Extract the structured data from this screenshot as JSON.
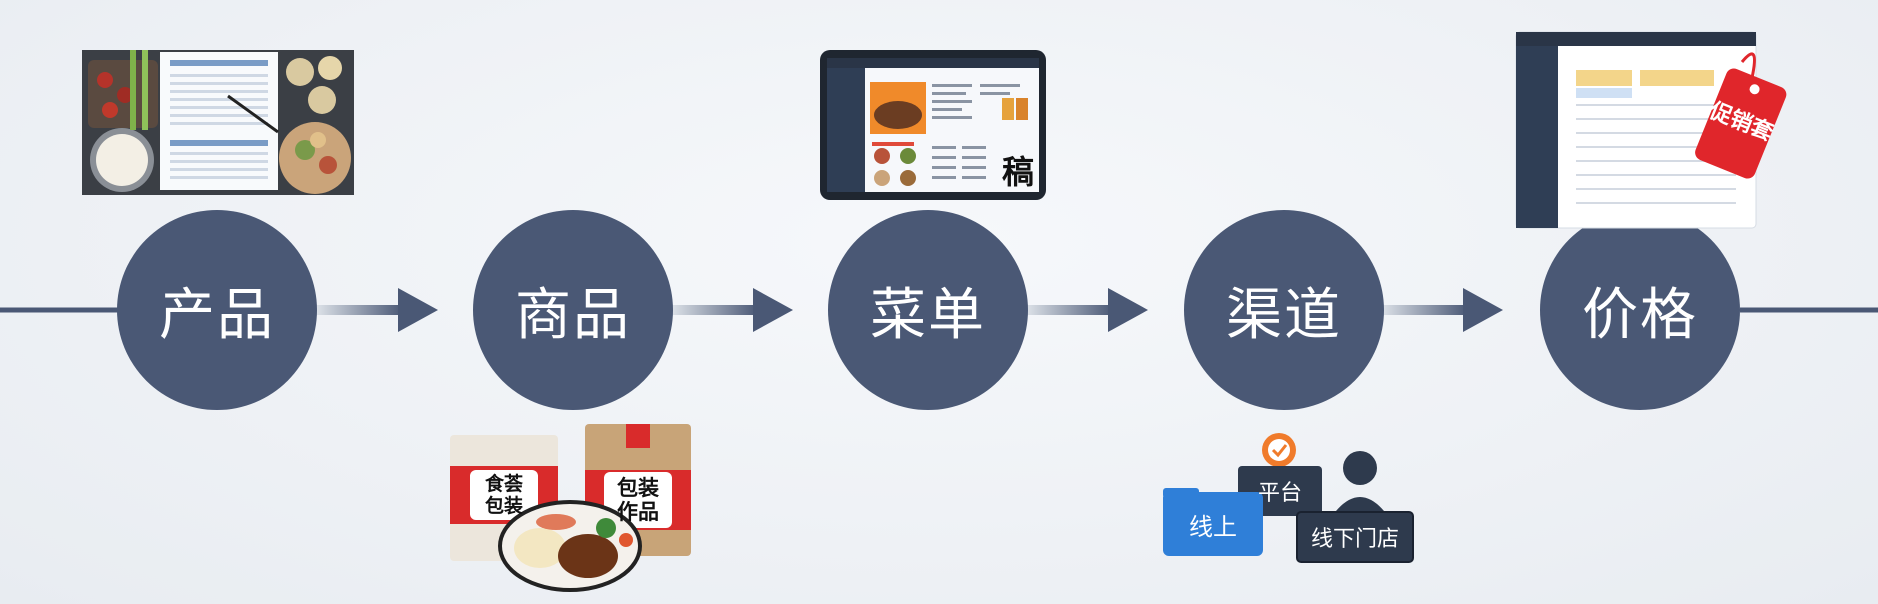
{
  "steps": [
    {
      "label": "产品"
    },
    {
      "label": "商品"
    },
    {
      "label": "菜单"
    },
    {
      "label": "渠道"
    },
    {
      "label": "价格"
    }
  ],
  "illustrations": {
    "menu_tablet_badge": "稿",
    "packages": {
      "bag_left_text": "食荟\n包装",
      "bag_right_text": "包装\n作品"
    },
    "channels": {
      "online": "线上",
      "platform": "平台",
      "offline": "线下门店"
    },
    "promo_tag": "促销套"
  },
  "colors": {
    "node": "#4a5875",
    "line": "#4a5875",
    "online_blue": "#2f7fd8",
    "dark_box": "#2e3a4d",
    "tag_red": "#e0262b",
    "check_orange": "#f07b2b"
  }
}
